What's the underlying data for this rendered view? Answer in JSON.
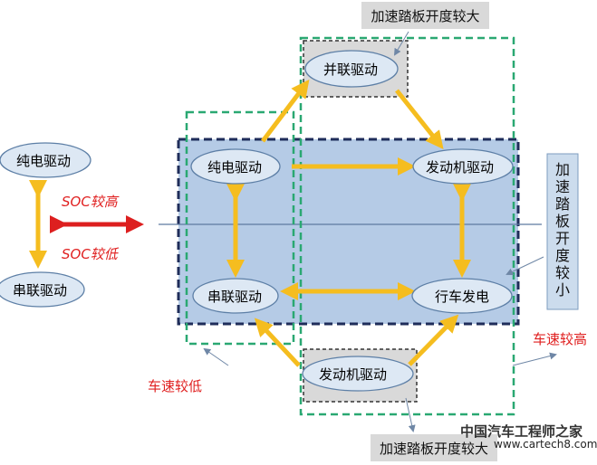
{
  "left_panel": {
    "top_mode": "纯电驱动",
    "bottom_mode": "串联驱动",
    "soc_high": "SOC较高",
    "soc_low": "SOC较低"
  },
  "center_modes": {
    "top_left": "纯电驱动",
    "top_right": "发动机驱动",
    "bottom_left": "串联驱动",
    "bottom_right": "行车发电"
  },
  "outer_modes": {
    "top": "并联驱动",
    "bottom": "发动机驱动"
  },
  "labels": {
    "top_accel": "加速踏板开度较大",
    "bottom_accel": "加速踏板开度较大",
    "right_accel": [
      "加",
      "速",
      "踏",
      "板",
      "开",
      "度",
      "较",
      "小"
    ],
    "speed_low": "车速较低",
    "speed_high": "车速较高"
  },
  "watermark": {
    "brand": "中国汽车工程师之家",
    "url": "www.cartech8.com"
  },
  "colors": {
    "arrow": "#f5bd1f",
    "soc_arrow": "#dd1f1f",
    "green_dash": "#2aa872",
    "navy_dash": "#1f2d5a",
    "blue_fill": "#b5cbe6",
    "ellipse_fill": "#dde8f4",
    "ellipse_stroke": "#5d7fa6"
  }
}
